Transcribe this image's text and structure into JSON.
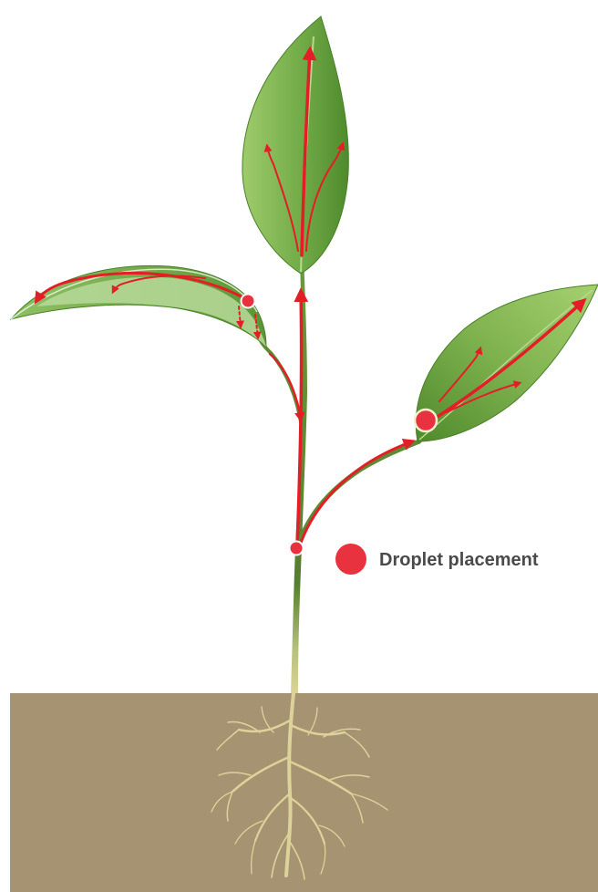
{
  "legend": {
    "label": "Droplet placement",
    "marker_color": "#e8323f"
  },
  "colors": {
    "soil": "#a69372",
    "stem": "#5f8a35",
    "root": "#ddd29a",
    "leaf_dark": "#4f8a2c",
    "leaf_light": "#9fcb6b",
    "underside_leaf": "#b7d99a",
    "flow_arrow": "#e41e26",
    "background": "#ffffff"
  },
  "droplets": [
    "top-left-leaf",
    "right-leaf",
    "stem-junction"
  ]
}
